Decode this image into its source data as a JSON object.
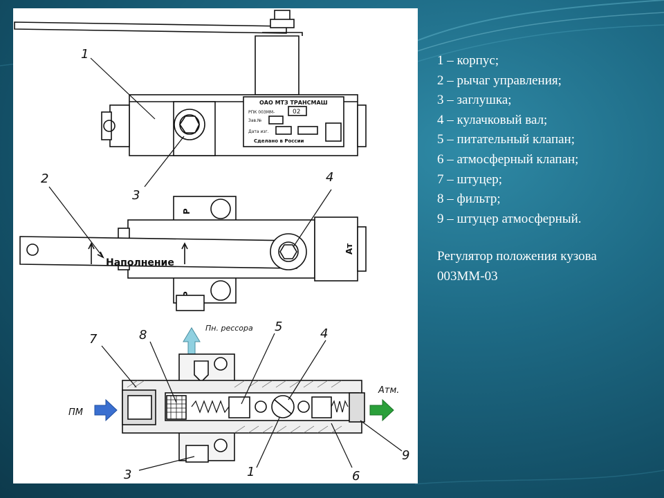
{
  "legend": {
    "items": [
      "1 – корпус;",
      "2 – рычаг управления;",
      "3 – заглушка;",
      "4 – кулачковый вал;",
      "5 – питательный клапан;",
      "6 – атмосферный клапан;",
      "7 – штуцер;",
      "8 – фильтр;",
      "9 – штуцер атмосферный."
    ],
    "caption": "Регулятор положения кузова 003ММ-03"
  },
  "drawing": {
    "plate": {
      "maker": "ОАО МТЗ ТРАНСМАШ",
      "rpk": "РПК 003ММ-",
      "model_suffix": "02",
      "serial": "Зав.№",
      "date": "Дата изг.",
      "made_in": "Сделано в России"
    },
    "top_callouts": [
      "1",
      "3"
    ],
    "middle_callouts": [
      "2",
      "4"
    ],
    "middle_labels": {
      "fill": "Наполнение",
      "port_p_top": "Р",
      "port_p_bottom": "Р",
      "port_at": "Ат"
    },
    "section_callouts": [
      "7",
      "8",
      "5",
      "4",
      "3",
      "1",
      "6",
      "9"
    ],
    "flow_labels": {
      "spring": "Пн. рессора",
      "pm": "ПМ",
      "atm": "Атм."
    },
    "colors": {
      "inlet_arrow": "#3a6fd0",
      "outlet_arrow": "#2aa03a",
      "spring_arrow": "#8fd0e0"
    }
  }
}
